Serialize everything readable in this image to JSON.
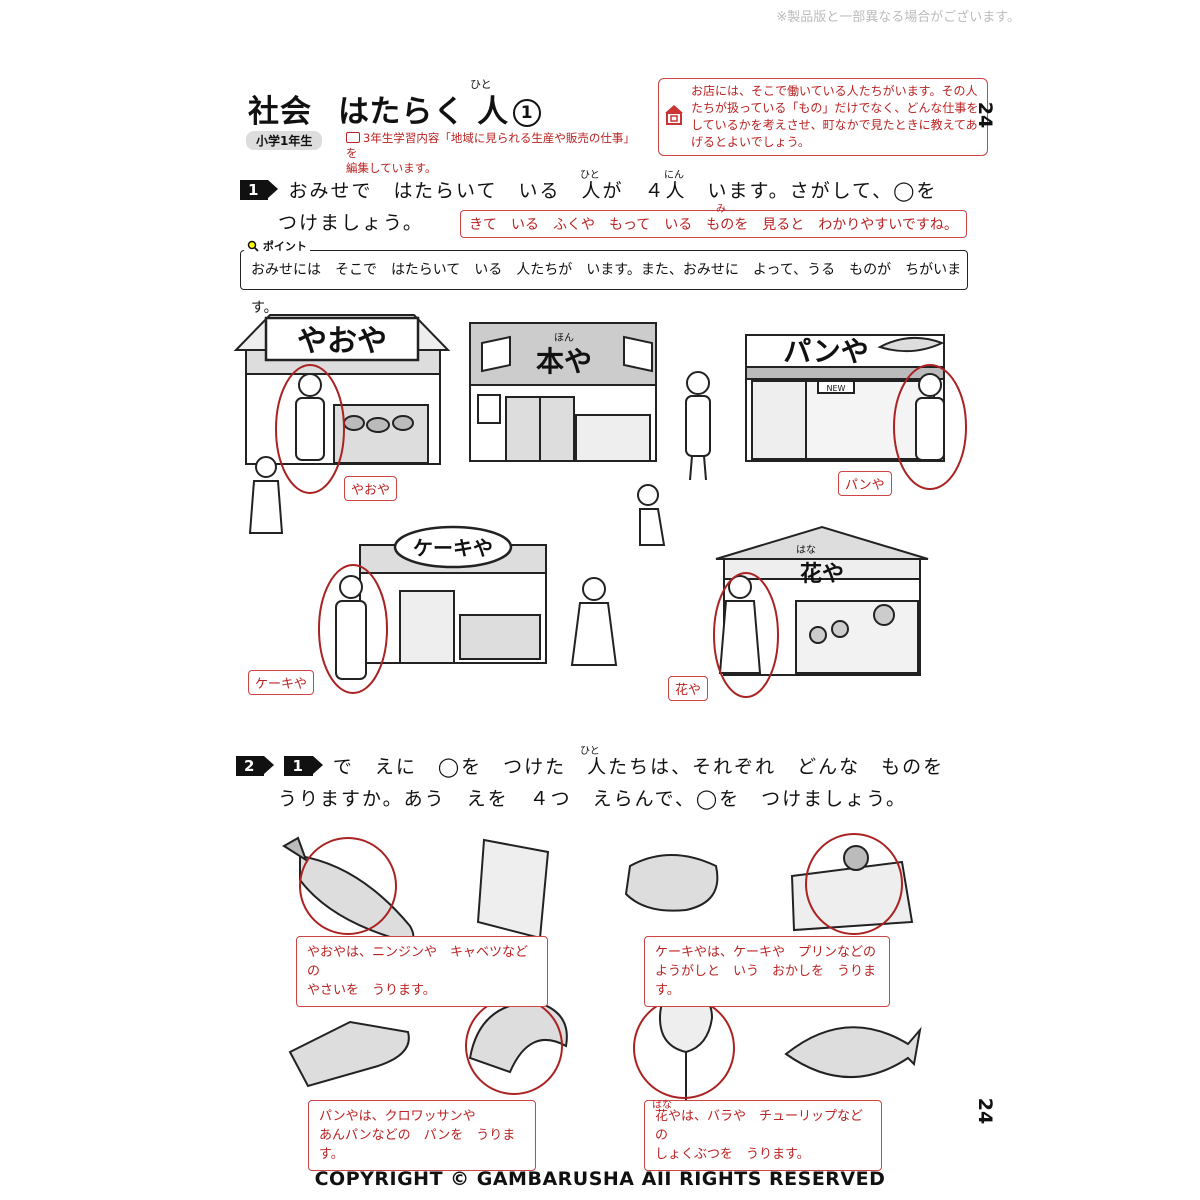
{
  "notice": "※製品版と一部異なる場合がございます。",
  "header": {
    "subject": "社会",
    "title": "はたらく 人",
    "title_number": "1",
    "ruby_hito": "ひと",
    "grade": "小学1年生",
    "curriculum_line1": "3年生学習内容「地域に見られる生産や販売の仕事」を",
    "curriculum_line2": "編集しています。",
    "teacher_note": "お店には、そこで働いている人たちがいます。その人たちが扱っている「もの」だけでなく、どんな仕事をしているかを考えさせ、町なかで見たときに教えてあげるとよいでしょう。",
    "page_number": "24"
  },
  "q1": {
    "badge": "1",
    "line1": "おみせで　はたらいて　いる　人が　４人　います。さがして、◯を",
    "line2": "つけましょう。",
    "ruby_hito": "ひと",
    "ruby_nin": "にん",
    "hint": "きて　いる　ふくや　もって　いる　ものを　見ると　わかりやすいですね。",
    "ruby_mi": "み",
    "point_label": "ポイント",
    "point_text": "おみせには　そこで　はたらいて　いる　人たちが　います。また、おみせに　よって、うる　ものが　ちがいます。"
  },
  "shops": {
    "yaoya_sign": "やおや",
    "honya_sign": "本や",
    "honya_ruby": "ほん",
    "panya_sign": "パンや",
    "cakeya_sign": "ケーキや",
    "hanaya_sign": "花や",
    "hanaya_ruby": "はな",
    "new_sign": "NEW",
    "label_yaoya": "やおや",
    "label_panya": "パンや",
    "label_cakeya": "ケーキや",
    "label_hanaya": "花や"
  },
  "q2": {
    "badge": "2",
    "ref_badge": "1",
    "line1": "で　えに　◯を　つけた　人たちは、それぞれ　どんな　ものを",
    "line2": "うりますか。あう　えを　４つ　えらんで、◯を　つけましょう。",
    "ruby_hito": "ひと"
  },
  "answers": {
    "yaoya_1": "やおやは、ニンジンや　キャベツなどの",
    "yaoya_2": "やさいを　うります。",
    "cake_1": "ケーキやは、ケーキや　プリンなどの",
    "cake_2": "ようがしと　いう　おかしを　うります。",
    "pan_1": "パンやは、クロワッサンや",
    "pan_2": "あんパンなどの　パンを　うります。",
    "hana_1": "花やは、バラや　チューリップなどの",
    "hana_2": "しょくぶつを　うります。",
    "hana_ruby": "はな"
  },
  "copyright": "COPYRIGHT © GAMBARUSHA AII RIGHTS RESERVED",
  "colors": {
    "accent_red": "#b22222",
    "ink": "#111111"
  }
}
